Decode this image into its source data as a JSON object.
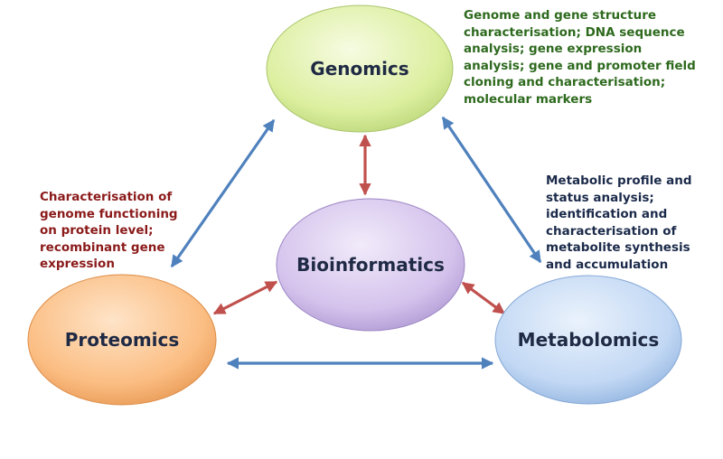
{
  "nodes": {
    "genomics": "Genomics",
    "bioinformatics": "Bioinformatics",
    "proteomics": "Proteomics",
    "metabolomics": "Metabolomics"
  },
  "descriptions": {
    "genomics": "Genome and gene structure\ncharacterisation; DNA sequence\nanalysis;  gene expression\nanalysis; gene and promoter field\ncloning and characterisation;\nmolecular markers",
    "proteomics": "Characterisation of\ngenome functioning\non protein level;\nrecombinant gene\nexpression",
    "metabolomics": "Metabolic profile and\nstatus analysis;\nidentification and\ncharacterisation of\nmetabolite synthesis\nand accumulation"
  },
  "colors": {
    "genomics": "#e4f2b0",
    "bioinformatics": "#d9c8ee",
    "proteomics": "#fcc89a",
    "metabolomics": "#c7dcf6",
    "blue_arrow": "#4f81bd",
    "red_arrow": "#c0504d",
    "genomics_text": "#2e6a1e",
    "proteomics_text": "#8b1a1a",
    "metabolomics_text": "#1b2a4a"
  }
}
